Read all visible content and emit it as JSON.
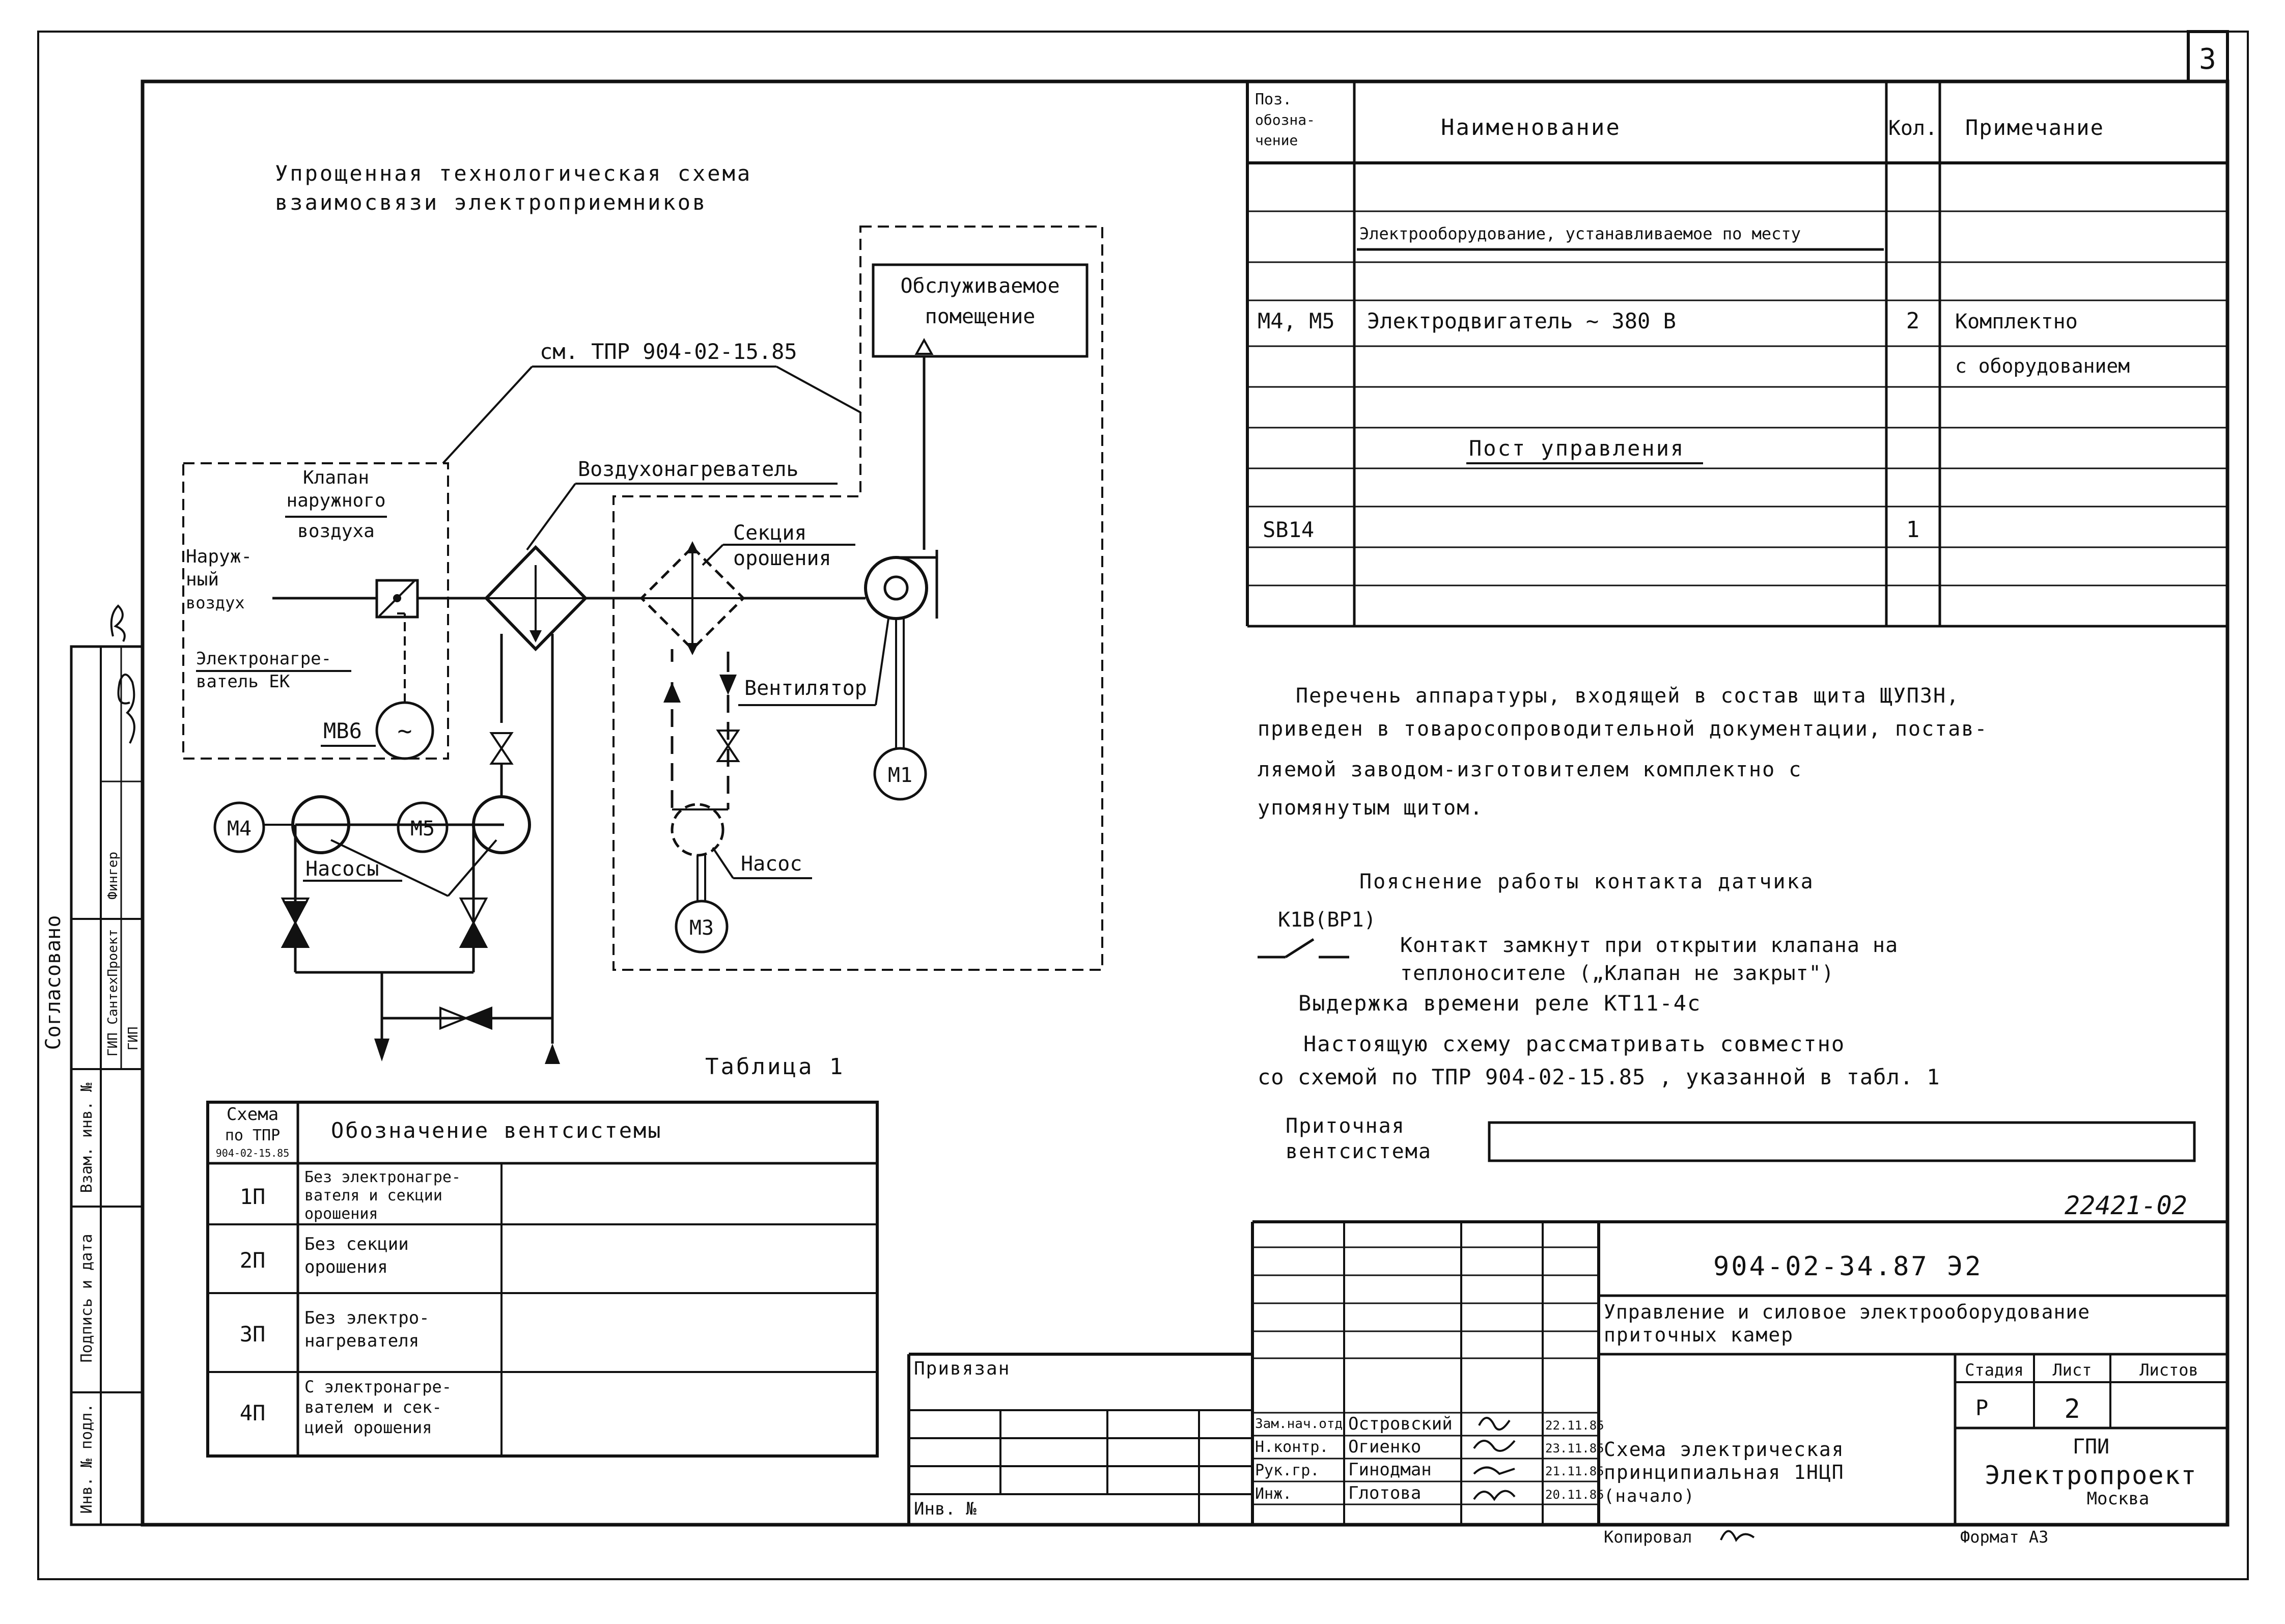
{
  "sheet_number": "3",
  "schematic": {
    "title_line1": "Упрощенная технологическая схема",
    "title_line2": "взаимосвязи электроприемников",
    "ref_label": "см. ТПР 904-02-15.85",
    "serviced_room_line1": "Обслуживаемое",
    "serviced_room_line2": "помещение",
    "heater_label": "Воздухонагреватель",
    "damper_label_1": "Клапан",
    "damper_label_2": "наружного",
    "damper_label_3": "воздуха",
    "outside_air_1": "Наруж-",
    "outside_air_2": "ный",
    "outside_air_3": "воздух",
    "elheater_1": "Электронагре-",
    "elheater_2": "ватель ЕК",
    "mb6": "МВ6",
    "irrigation_1": "Секция",
    "irrigation_2": "орошения",
    "fan_label": "Вентилятор",
    "pump_label": "Насос",
    "pumps_label": "Насосы",
    "motors": [
      "М1",
      "М3",
      "М4",
      "М5"
    ]
  },
  "spec_table": {
    "headers": {
      "pos_1": "Поз.",
      "pos_2": "обозна-",
      "pos_3": "чение",
      "name": "Наименование",
      "qty": "Кол.",
      "note": "Примечание"
    },
    "section_local": "Электрооборудование, устанавливаемое по месту",
    "row_motor": {
      "pos": "М4, М5",
      "name": "Электродвигатель ~ 380 В",
      "qty": "2",
      "note_1": "Комплектно",
      "note_2": "с оборудованием"
    },
    "section_post": "Пост управления",
    "row_sb": {
      "pos": "SB14",
      "qty": "1"
    }
  },
  "notes": {
    "p1_l1": "Перечень аппаратуры, входящей в состав щита ЩУПЗН,",
    "p1_l2": "приведен в товаросопроводительной документации, постав-",
    "p1_l3": "ляемой заводом-изготовителем комплектно с",
    "p1_l4": "упомянутым щитом.",
    "contact_title": "Пояснение работы контакта датчика",
    "contact_tag": "К1В(ВР1)",
    "contact_l1": "Контакт замкнут при открытии клапана на",
    "contact_l2": "теплоносителе („Клапан не закрыт\")",
    "delay": "Выдержка времени реле КТ11-4с",
    "consider_l1": "Настоящую схему рассматривать совместно",
    "consider_l2": "со схемой по ТПР 904-02-15.85 , указанной в табл. 1",
    "vent_1": "Приточная",
    "vent_2": "вентсистема"
  },
  "table1": {
    "title": "Таблица 1",
    "head_1": "Схема",
    "head_2": "по ТПР",
    "head_3": "904-02-15.85",
    "head_designation": "Обозначение вентсистемы",
    "rows": [
      {
        "code": "1П",
        "d1": "Без электронагре-",
        "d2": "вателя и секции",
        "d3": "орошения"
      },
      {
        "code": "2П",
        "d1": "Без секции",
        "d2": "орошения",
        "d3": ""
      },
      {
        "code": "3П",
        "d1": "Без электро-",
        "d2": "нагревателя",
        "d3": ""
      },
      {
        "code": "4П",
        "d1": "С электронагре-",
        "d2": "вателем и сек-",
        "d3": "цией орошения"
      }
    ]
  },
  "left_strip": {
    "agreed": "Согласовано",
    "col1": "ГИП СантехПроект",
    "col2": "ГИП",
    "signer": "Фингер",
    "inv_orig": "Инв. № подл.",
    "sign_date": "Подпись и дата",
    "replace_inv": "Взам. инв. №"
  },
  "title_block": {
    "archive_no": "22421-02",
    "doc_code": "904-02-34.87 Э2",
    "project_1": "Управление и силовое электрооборудование",
    "project_2": "приточных камер",
    "drawing_1": "Схема электрическая",
    "drawing_2": "принципиальная 1НЦП",
    "drawing_3": "(начало)",
    "stage_h": "Стадия",
    "sheet_h": "Лист",
    "sheets_h": "Листов",
    "stage": "Р",
    "sheet": "2",
    "org_1": "ГПИ",
    "org_2": "Электропроект",
    "org_3": "Москва",
    "copied": "Копировал",
    "format": "Формат А3",
    "privyazan": "Привязан",
    "inv_no": "Инв. №",
    "roles": [
      {
        "role": "Зам.нач.отд",
        "name": "Островский",
        "date": "22.11.85"
      },
      {
        "role": "Н.контр.",
        "name": "Огиенко",
        "date": "23.11.85"
      },
      {
        "role": "Рук.гр.",
        "name": "Гинодман",
        "date": "21.11.85"
      },
      {
        "role": "Инж.",
        "name": "Глотова",
        "date": "20.11.85"
      }
    ]
  }
}
